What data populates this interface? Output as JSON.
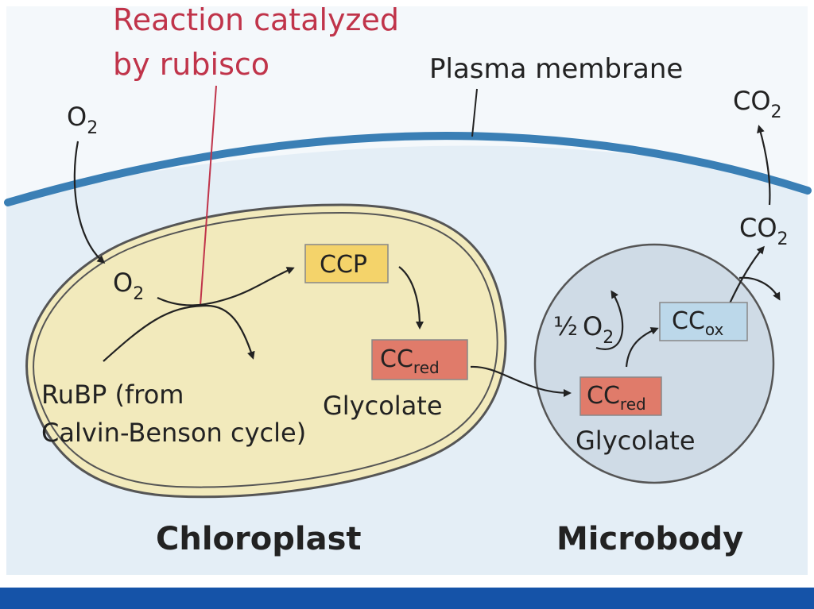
{
  "colors": {
    "background": "#e4eef6",
    "membrane": "#3a7fb5",
    "chloroplast_fill": "#f2eabc",
    "microbody_fill": "#cfdbe6",
    "ccp_box": "#f4d36a",
    "ccred_box": "#e07b6a",
    "ccox_box": "#bcd8ea",
    "callout": "#c0344a",
    "bottom_bar": "#1553a8"
  },
  "labels": {
    "callout_line1": "Reaction catalyzed",
    "callout_line2": "by rubisco",
    "plasma_membrane": "Plasma membrane",
    "o2_outside_main": "O",
    "o2_outside_sub": "2",
    "o2_inside_main": "O",
    "o2_inside_sub": "2",
    "rubp_line1": "RuBP (from",
    "rubp_line2": "Calvin-Benson cycle)",
    "ccp": "CCP",
    "ccred_chloro_main": "CC",
    "ccred_chloro_sub": "red",
    "glycolate_chloro": "Glycolate",
    "ccred_micro_main": "CC",
    "ccred_micro_sub": "red",
    "glycolate_micro": "Glycolate",
    "ccox_main": "CC",
    "ccox_sub": "ox",
    "half_o2_frac": "½",
    "half_o2_main": "O",
    "half_o2_sub": "2",
    "co2_mid_main": "CO",
    "co2_mid_sub": "2",
    "co2_top_main": "CO",
    "co2_top_sub": "2",
    "chloroplast": "Chloroplast",
    "microbody": "Microbody"
  }
}
